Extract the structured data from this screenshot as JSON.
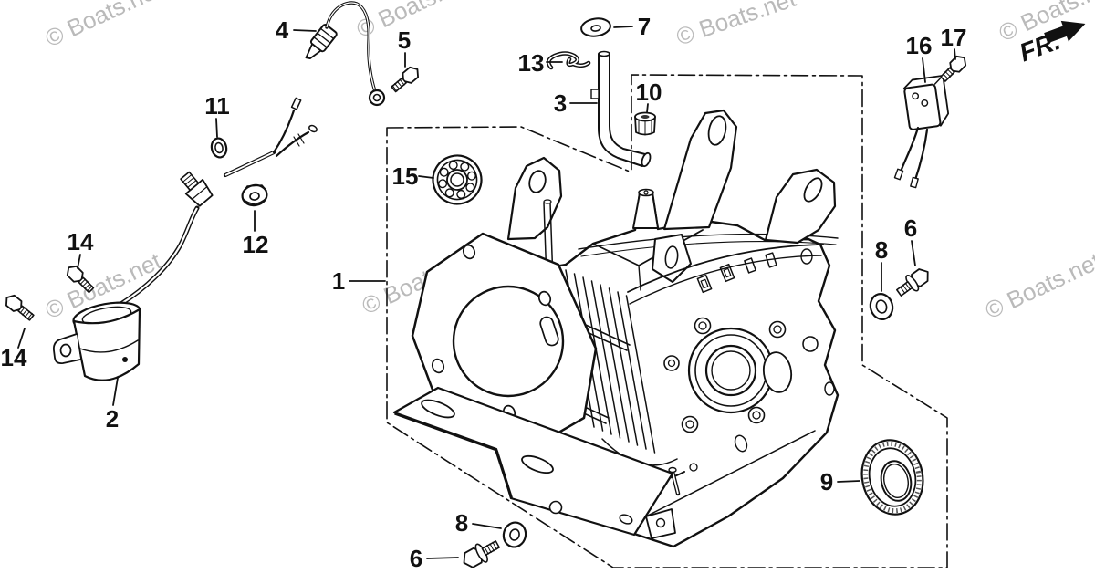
{
  "diagram": {
    "type": "parts-exploded-view",
    "subject": "engine cylinder block / crankcase"
  },
  "colors": {
    "background": "#ffffff",
    "line": "#111111",
    "watermark": "#b3b3b3",
    "label": "#111111"
  },
  "watermark": {
    "text": "© Boats.net"
  },
  "direction_indicator": {
    "label": "FR."
  },
  "callouts": [
    {
      "label": "1"
    },
    {
      "label": "2"
    },
    {
      "label": "3"
    },
    {
      "label": "4"
    },
    {
      "label": "5"
    },
    {
      "label": "6"
    },
    {
      "label": "6"
    },
    {
      "label": "7"
    },
    {
      "label": "8"
    },
    {
      "label": "8"
    },
    {
      "label": "9"
    },
    {
      "label": "10"
    },
    {
      "label": "11"
    },
    {
      "label": "12"
    },
    {
      "label": "13"
    },
    {
      "label": "14"
    },
    {
      "label": "14"
    },
    {
      "label": "15"
    },
    {
      "label": "16"
    },
    {
      "label": "17"
    }
  ]
}
